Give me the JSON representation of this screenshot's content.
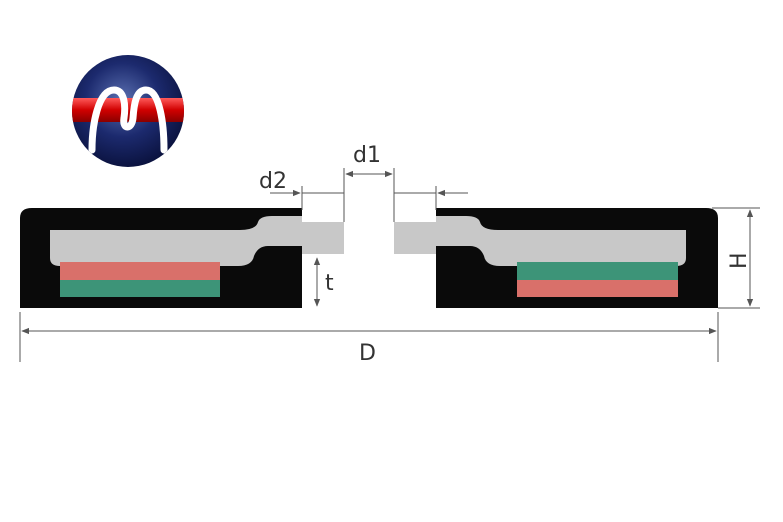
{
  "logo": {
    "name": "m-logo-icon"
  },
  "labels": {
    "d1": "d1",
    "d2": "d2",
    "t": "t",
    "H": "H",
    "D": "D"
  },
  "colors": {
    "body": "#0a0a0a",
    "steel": "#c8c8c8",
    "magnet_red": "#d9706a",
    "magnet_green": "#3d9478",
    "dim_line": "#555555"
  }
}
